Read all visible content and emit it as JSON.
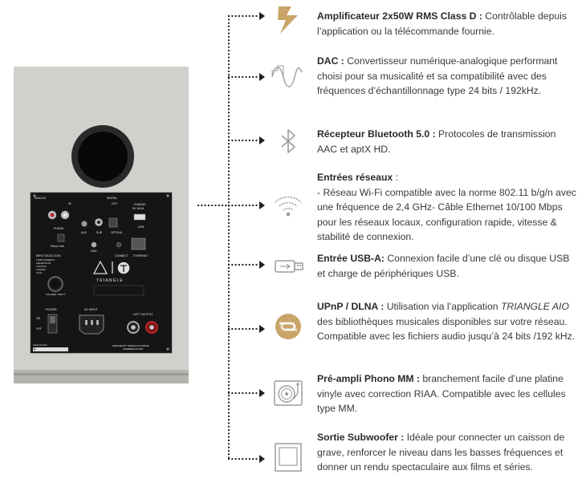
{
  "speaker": {
    "panel": {
      "analog": "ANALOG",
      "digital": "DIGITAL",
      "in": "IN",
      "out": "OUT",
      "charge": "CHARGE",
      "charge_rating": "5V 1A/1A",
      "phono": "PHONO",
      "gnd": "GND",
      "phono_line": "Phono    Line",
      "aux": "AUX",
      "sub": "SUB",
      "optical": "OPTICAL",
      "usb": "USB",
      "connect": "CONNECT",
      "ethernet": "ETHERNET",
      "input_selection": "INPUT SELECTION",
      "input_list": [
        "1.WIFI (CONNECT)",
        "2.BLUETOOTH",
        "3.OPTICAL",
        "4.PHONO",
        "5.AUX"
      ],
      "logo": "TRIANGLE",
      "volume_input": "VOLUME / INPUT",
      "power": "POWER",
      "on": "ON",
      "off": "OFF",
      "ac_input": "AC INPUT",
      "left_output": "LEFT OUTPUT",
      "serial": "Serial Number",
      "designed": "DESIGNED BY TRIANGLE IN FRANCE",
      "assembled": "ASSEMBLED IN PRC"
    }
  },
  "features": [
    {
      "title": "Amplificateur 2x50W RMS Class D",
      "sep": " : ",
      "text": "Contrôlable depuis l’application ou la télécommande fournie.",
      "icon": "lightning-icon"
    },
    {
      "title": "DAC",
      "sep": " : ",
      "text": "Convertisseur numérique-analogique performant choisi pour sa musicalité et sa compatibilité avec des fréquences d’échantillonnage type 24 bits / 192kHz.",
      "icon": "waveform-icon"
    },
    {
      "title": "Récepteur Bluetooth 5.0",
      "sep": " : ",
      "text": "Protocoles de transmission AAC et aptX HD.",
      "icon": "bluetooth-icon"
    },
    {
      "title": "Entrées réseaux",
      "sep": " :",
      "lines": [
        "- Réseau Wi-Fi compatible avec la norme 802.11 b/g/n avec une fréquence de 2,4 GHz",
        "- Câble Ethernet 10/100 Mbps pour les réseaux locaux, configuration rapide, vitesse & stabilité de connexion."
      ],
      "icon": "wifi-icon"
    },
    {
      "title": "Entrée USB-A",
      "sep": ":  ",
      "text": "Connexion facile d’une clé ou disque USB et charge de périphériques USB.",
      "icon": "usb-stick-icon"
    },
    {
      "title": "UPnP / DLNA",
      "sep": " :  ",
      "pre": "Utilisation via l’application ",
      "em": "TRIANGLE AIO",
      "text": " des bibliothèques musicales disponibles sur votre réseau. Compatible avec les fichiers audio jusqu’à 24 bits /192 kHz.",
      "icon": "dlna-icon"
    },
    {
      "title": "Pré-ampli Phono MM",
      "sep": " : ",
      "text": "branchement facile d’une platine vinyle avec correction RIAA. Compatible avec les cellules type MM.",
      "icon": "turntable-icon"
    },
    {
      "title": "Sortie Subwoofer",
      "sep": " : ",
      "text": "Idéale pour connecter un caisson de grave, renforcer le niveau dans les basses fréquences et donner un rendu spectaculaire aux films et séries.",
      "icon": "subwoofer-icon"
    }
  ],
  "colors": {
    "accent": "#c9a56a",
    "icon_gray": "#9c9c9c",
    "speaker_body": "#d2d0cc",
    "panel": "#151515",
    "dots": "#1f1f1f"
  }
}
